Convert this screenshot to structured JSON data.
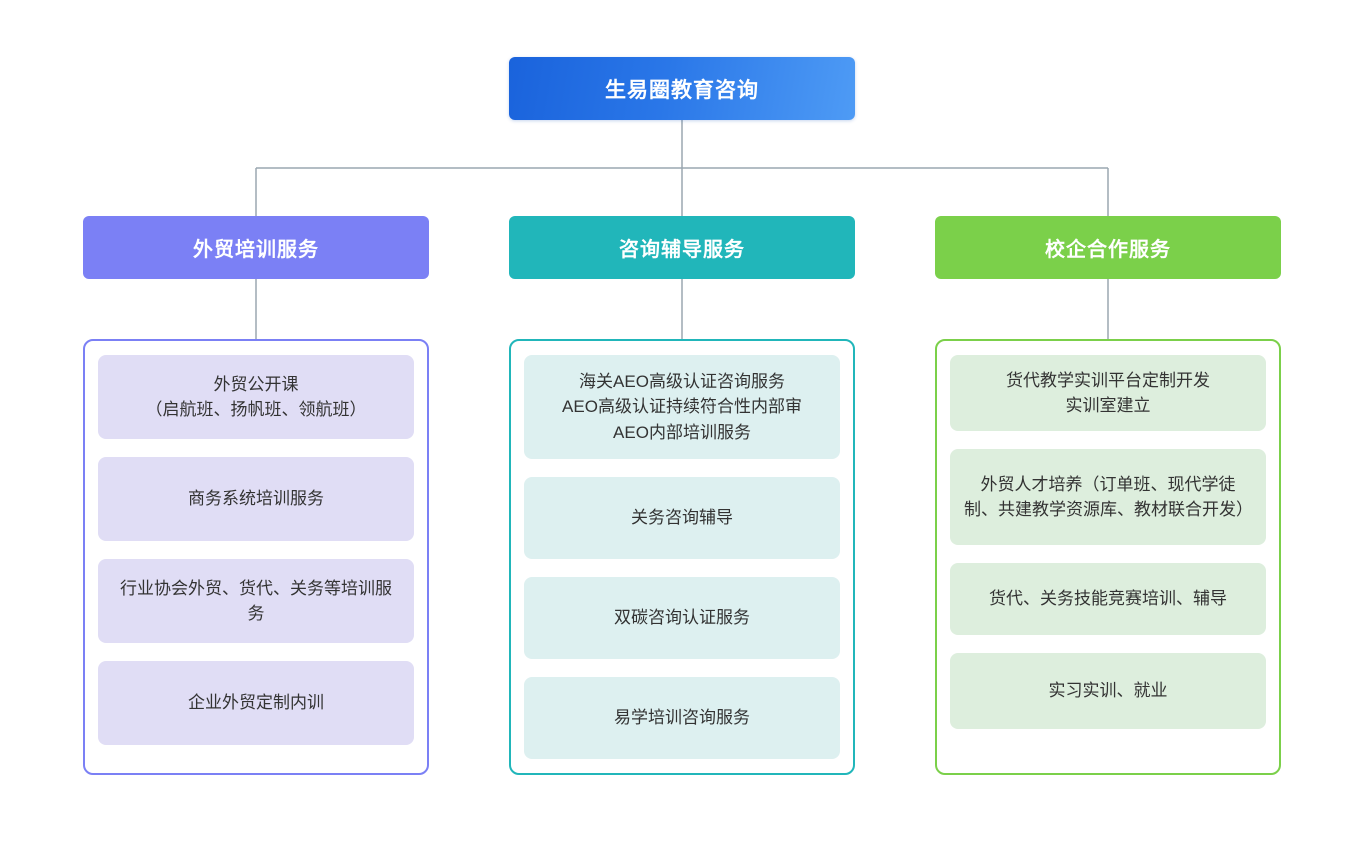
{
  "diagram": {
    "type": "organizational-tree",
    "root": {
      "label": "生易圈教育咨询",
      "color": "#1a63dc",
      "color_end": "#4e9bf5"
    },
    "connector_color": "#9aa7b0",
    "branches": [
      {
        "title": "外贸培训服务",
        "header_color": "#7b80f5",
        "card_color": "#e0ddf5",
        "border_color": "#7b80f5",
        "items": [
          "外贸公开课\n（启航班、扬帆班、领航班）",
          "商务系统培训服务",
          "行业协会外贸、货代、关务等培训服务",
          "企业外贸定制内训"
        ]
      },
      {
        "title": "咨询辅导服务",
        "header_color": "#21b6ba",
        "card_color": "#ddf0f0",
        "border_color": "#21b6ba",
        "items": [
          "海关AEO高级认证咨询服务\nAEO高级认证持续符合性内部审\nAEO内部培训服务",
          "关务咨询辅导",
          "双碳咨询认证服务",
          "易学培训咨询服务"
        ]
      },
      {
        "title": "校企合作服务",
        "header_color": "#7bd04a",
        "card_color": "#ddeedd",
        "border_color": "#7bd04a",
        "items": [
          "货代教学实训平台定制开发\n实训室建立",
          "外贸人才培养（订单班、现代学徒制、共建教学资源库、教材联合开发）",
          "货代、关务技能竞赛培训、辅导",
          "实习实训、就业"
        ]
      }
    ]
  }
}
